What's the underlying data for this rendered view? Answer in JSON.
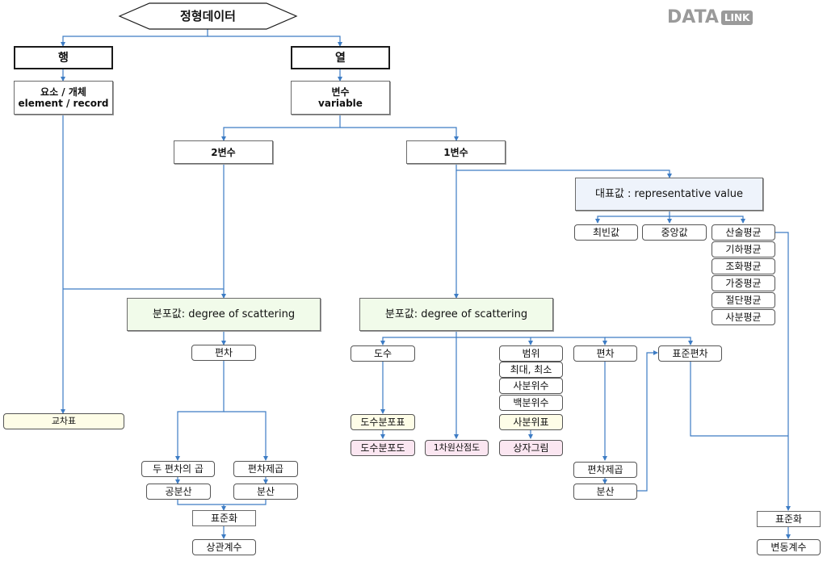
{
  "logo": {
    "word": "DATA",
    "badge": "LINK"
  },
  "colors": {
    "connector": "#3d7cc4",
    "blue_fill": "#eef3fb",
    "green_fill": "#f1fbea",
    "yellow_fill": "#fefde7",
    "pink_fill": "#fbe6f1"
  },
  "root": "정형데이터",
  "row": {
    "title": "행",
    "desc_ko": "요소 / 개체",
    "desc_en": "element / record"
  },
  "col": {
    "title": "열",
    "desc_ko": "변수",
    "desc_en": "variable"
  },
  "bivar": {
    "title": "2변수",
    "scatter": "분포값: degree of scattering",
    "deviation": "편차",
    "crosstab": "교차표",
    "product": "두 편차의 곱",
    "square": "편차제곱",
    "covariance": "공분산",
    "variance": "분산",
    "standardize": "표준화",
    "correlation": "상관계수"
  },
  "univar": {
    "title": "1변수",
    "representative": "대표값 : representative value",
    "mode": "최빈값",
    "median": "중앙값",
    "means": [
      "산술평균",
      "기하평균",
      "조화평균",
      "가중평균",
      "절단평균",
      "사분평균"
    ],
    "scatter": "분포값: degree of scattering",
    "frequency": "도수",
    "freq_table": "도수분포표",
    "freq_chart": "도수분포도",
    "dot_plot": "1차원산점도",
    "range": "범위",
    "range_items": [
      "최대, 최소",
      "사분위수",
      "백분위수"
    ],
    "quartile_table": "사분위표",
    "box_plot": "상자그림",
    "deviation": "편차",
    "square": "편차제곱",
    "variance": "분산",
    "std_dev": "표준편차",
    "standardize": "표준화",
    "cv": "변동계수"
  }
}
